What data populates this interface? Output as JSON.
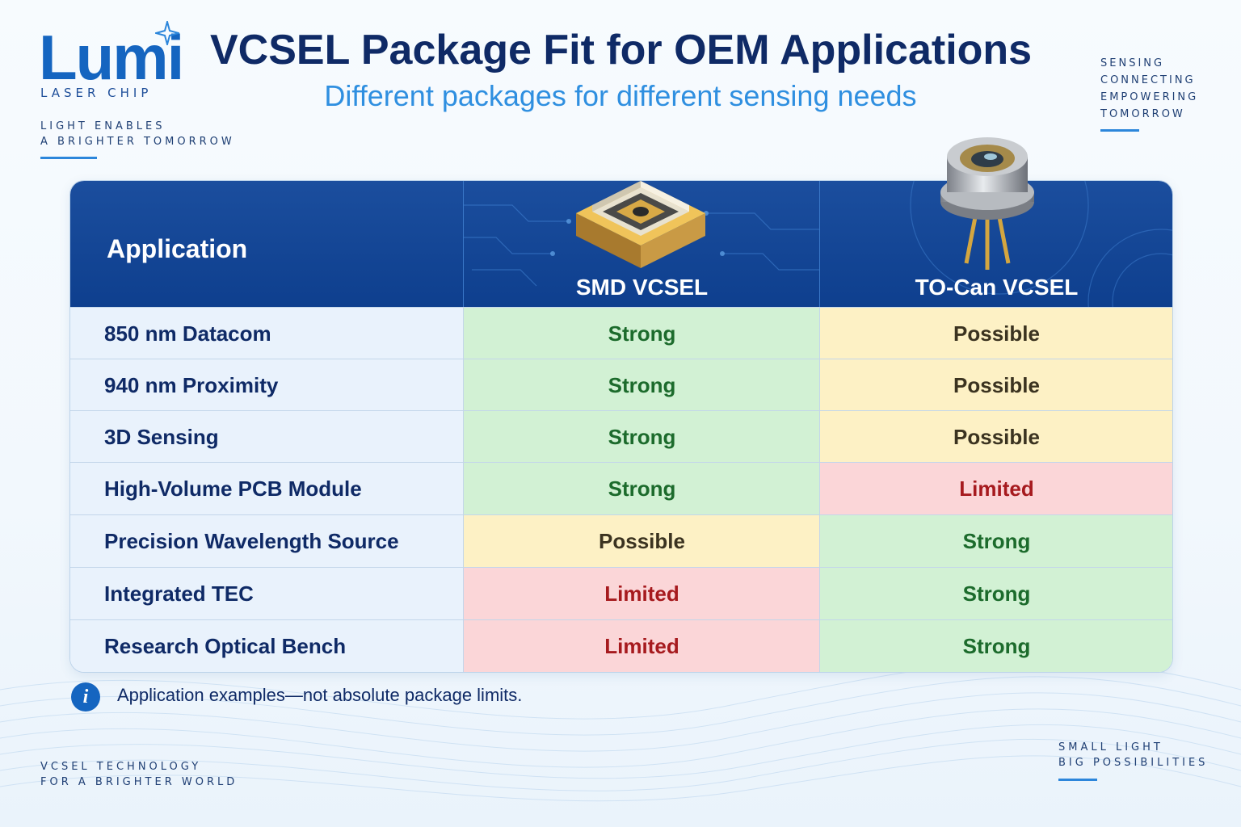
{
  "brand": {
    "logo_text": "Lumi",
    "logo_sub": "LASER CHIP",
    "tagline": [
      "LIGHT ENABLES",
      "A BRIGHTER TOMORROW"
    ],
    "accent_color": "#1565c0"
  },
  "header": {
    "title": "VCSEL Package Fit for OEM Applications",
    "subtitle": "Different packages for different sensing needs"
  },
  "side_right": [
    "SENSING",
    "CONNECTING",
    "EMPOWERING",
    "TOMORROW"
  ],
  "table": {
    "columns": {
      "application": "Application",
      "smd": "SMD VCSEL",
      "to_can": "TO-Can VCSEL"
    },
    "rows": [
      {
        "application": "850 nm Datacom",
        "smd": "Strong",
        "to_can": "Possible"
      },
      {
        "application": "940 nm Proximity",
        "smd": "Strong",
        "to_can": "Possible"
      },
      {
        "application": "3D Sensing",
        "smd": "Strong",
        "to_can": "Possible"
      },
      {
        "application": "High-Volume PCB Module",
        "smd": "Strong",
        "to_can": "Limited"
      },
      {
        "application": "Precision Wavelength Source",
        "smd": "Possible",
        "to_can": "Strong"
      },
      {
        "application": "Integrated TEC",
        "smd": "Limited",
        "to_can": "Strong"
      },
      {
        "application": "Research Optical Bench",
        "smd": "Limited",
        "to_can": "Strong"
      }
    ],
    "status_colors": {
      "Strong": "#d2f1d4",
      "Possible": "#fdf1c5",
      "Limited": "#fbd6d8"
    }
  },
  "note": {
    "icon": "info-icon",
    "text": "Application examples—not absolute package limits."
  },
  "footer": {
    "left": [
      "VCSEL TECHNOLOGY",
      "FOR A BRIGHTER WORLD"
    ],
    "right": [
      "SMALL LIGHT",
      "BIG POSSIBILITIES"
    ]
  }
}
